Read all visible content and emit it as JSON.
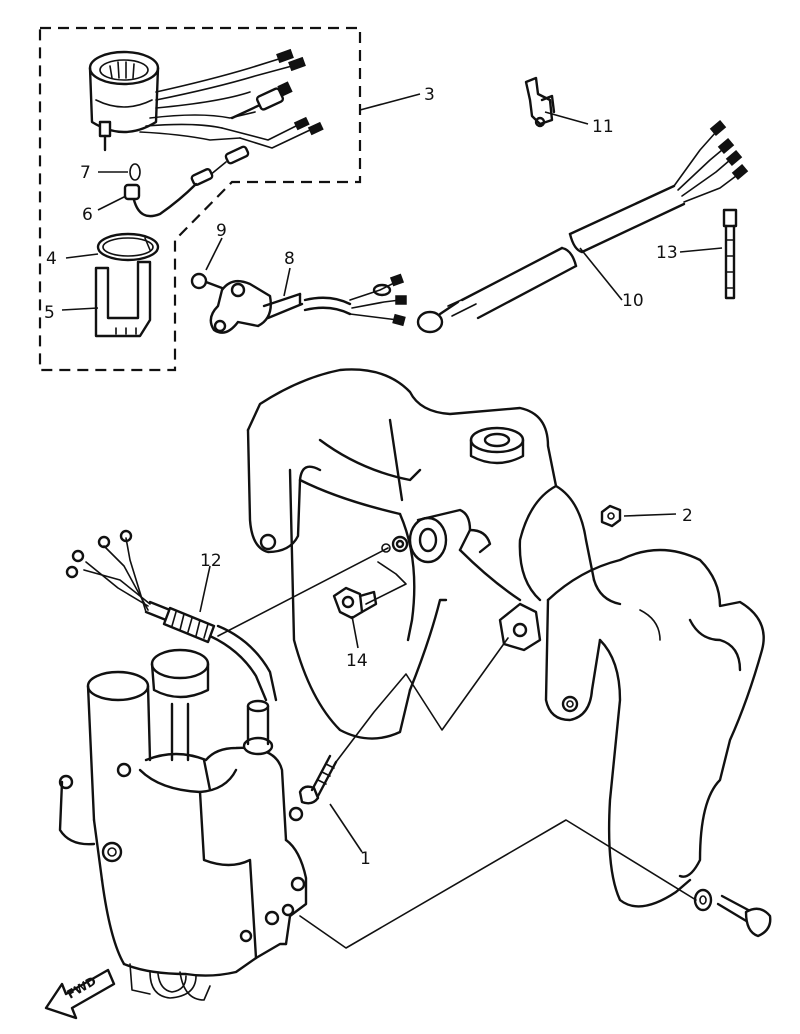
{
  "labels": {
    "p1": "1",
    "p2": "2",
    "p3": "3",
    "p4": "4",
    "p5": "5",
    "p6": "6",
    "p7": "7",
    "p8": "8",
    "p9": "9",
    "p10": "10",
    "p11": "11",
    "p12": "12",
    "p13": "13",
    "p14": "14"
  },
  "fwd_marker": "FWD"
}
